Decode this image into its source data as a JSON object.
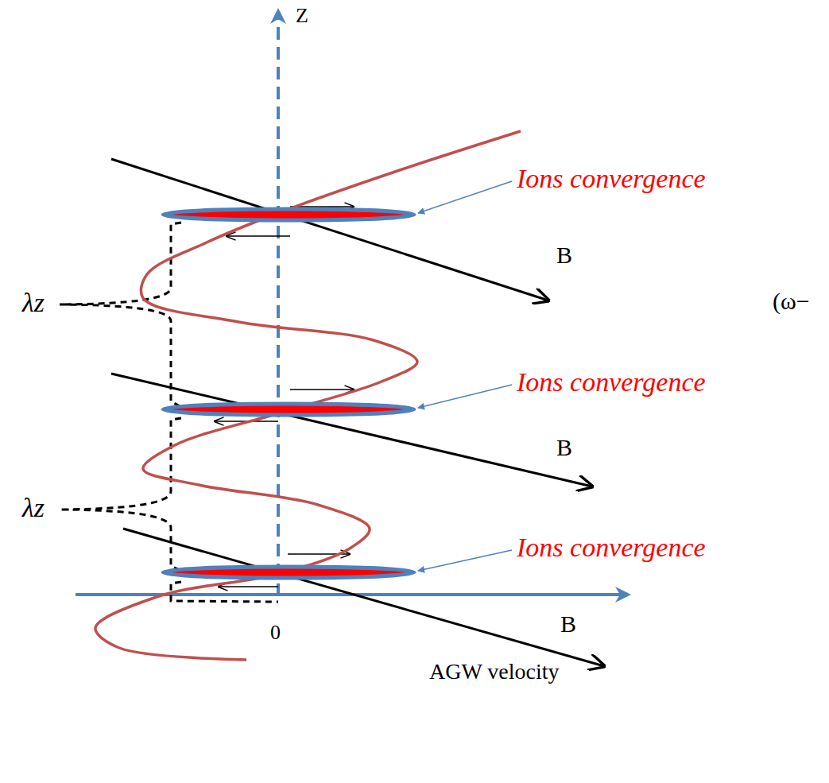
{
  "diagram": {
    "labels": [
      "Z",
      "Ions convergence",
      "B",
      "(ω−",
      "Ions convergence",
      "λz",
      "B",
      "Ions convergence",
      "λz",
      "B",
      "0",
      "AGW velocity"
    ]
  }
}
